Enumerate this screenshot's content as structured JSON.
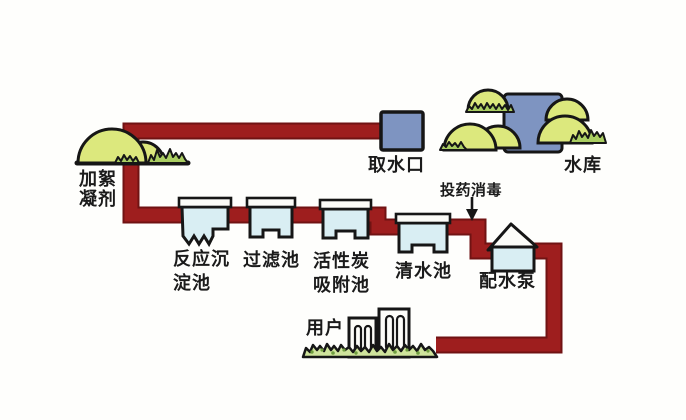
{
  "diagram": {
    "type": "water-treatment-process-flow",
    "labels": {
      "flocculant": "加絮\n凝剂",
      "intake": "取水口",
      "reservoir": "水库",
      "dosing_disinfection": "投药消毒",
      "sedimentation_tank": "反应沉\n淀池",
      "filtration_tank": "过滤池",
      "carbon_tank": "活性炭\n吸附池",
      "clear_water_tank": "清水池",
      "distribution_pump": "配水泵",
      "users": "用户"
    },
    "flow_order": [
      "水库",
      "取水口",
      "加絮凝剂",
      "反应沉淀池",
      "过滤池",
      "活性炭吸附池",
      "清水池",
      "投药消毒",
      "配水泵",
      "用户"
    ],
    "colors": {
      "pipe": "#9e1e1e",
      "pipe_edge": "#701313",
      "water": "#7e94c1",
      "tank_fill": "#d9eef3",
      "lid_fill": "#fbfbf7",
      "hill_fill": "#dce87d",
      "grass_fill": "#aace62",
      "bush_fill": "#cfe49c",
      "outline": "#161616",
      "background": "#fefefc"
    }
  }
}
